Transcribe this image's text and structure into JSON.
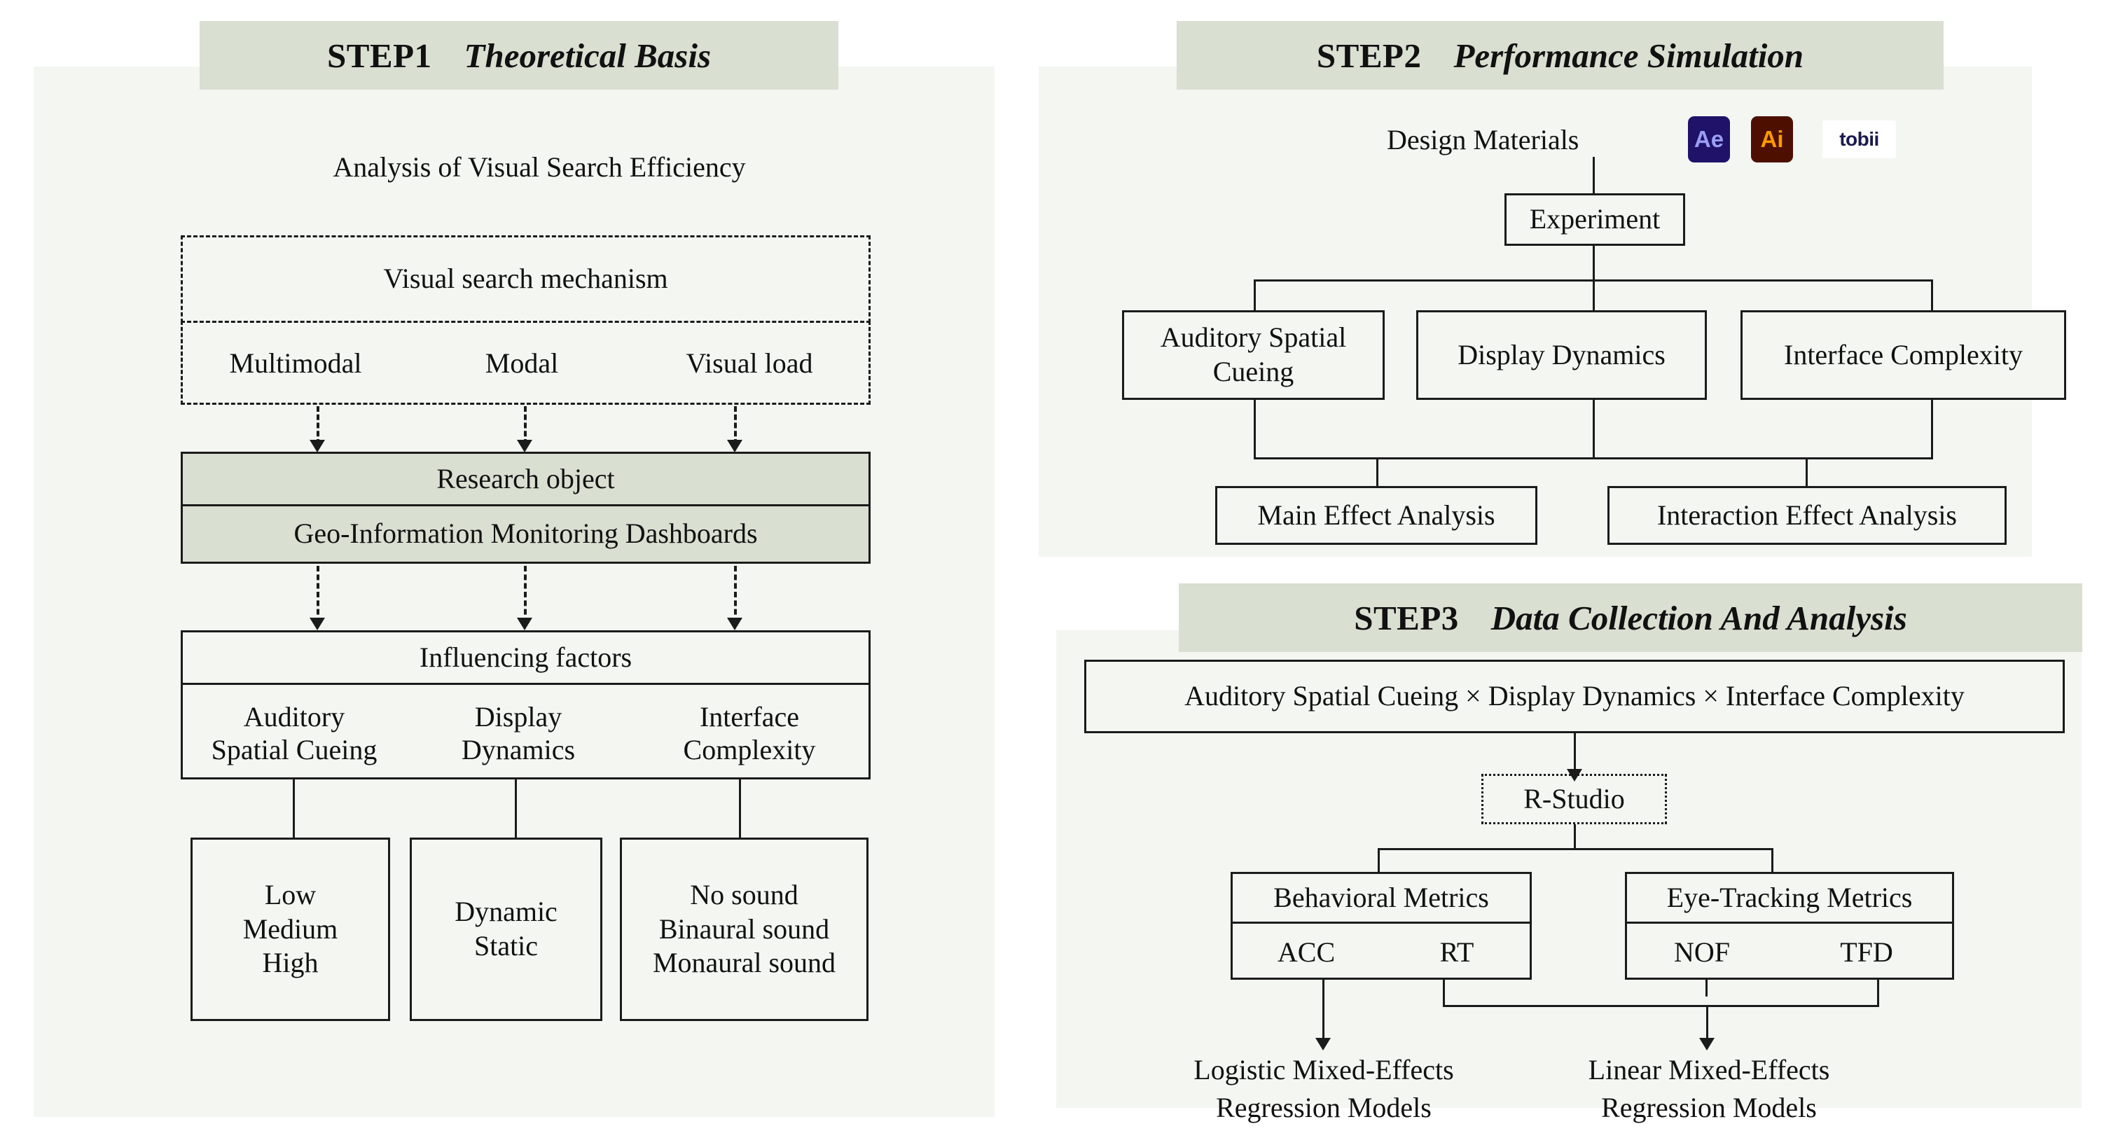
{
  "colors": {
    "panel_bg": "#f4f6f2",
    "header_bg": "#d9dfd1",
    "box_fill_green": "#d9dfd1",
    "stroke": "#1b1b1b",
    "ae_bg": "#1f1268",
    "ae_fg": "#9a9ef5",
    "ai_bg": "#4d1000",
    "ai_fg": "#ff9a00",
    "tobii_bg": "#ffffff",
    "tobii_fg": "#1b1a4e"
  },
  "step1": {
    "header": {
      "number": "STEP1",
      "title": "Theoretical Basis"
    },
    "subtitle": "Analysis of Visual Search Efficiency",
    "mechanism_box": {
      "title": "Visual search mechanism",
      "items": [
        "Multimodal",
        "Modal",
        "Visual load"
      ]
    },
    "research_box": {
      "title": "Research object",
      "subtitle": "Geo-Information Monitoring Dashboards"
    },
    "factors_box": {
      "title": "Influencing factors",
      "items": [
        {
          "line1": "Auditory",
          "line2": "Spatial Cueing"
        },
        {
          "line1": "Display",
          "line2": "Dynamics"
        },
        {
          "line1": "Interface",
          "line2": "Complexity"
        }
      ]
    },
    "levels": [
      {
        "lines": [
          "Low",
          "Medium",
          "High"
        ]
      },
      {
        "lines": [
          "Dynamic",
          "Static"
        ]
      },
      {
        "lines": [
          "No sound",
          "Binaural sound",
          "Monaural sound"
        ]
      }
    ]
  },
  "step2": {
    "header": {
      "number": "STEP2",
      "title": "Performance Simulation"
    },
    "design_materials_label": "Design Materials",
    "tool_logos": [
      {
        "name": "after-effects-logo",
        "text": "Ae"
      },
      {
        "name": "illustrator-logo",
        "text": "Ai"
      },
      {
        "name": "tobii-logo",
        "text": "tobii"
      }
    ],
    "experiment_box": "Experiment",
    "factor_boxes": [
      {
        "line1": "Auditory Spatial",
        "line2": "Cueing"
      },
      {
        "line1": "Display Dynamics",
        "line2": ""
      },
      {
        "line1": "Interface Complexity",
        "line2": ""
      }
    ],
    "analysis_boxes": [
      "Main Effect Analysis",
      "Interaction Effect Analysis"
    ]
  },
  "step3": {
    "header": {
      "number": "STEP3",
      "title": "Data Collection And Analysis"
    },
    "design_box": "Auditory Spatial Cueing × Display Dynamics × Interface Complexity",
    "software_box": "R-Studio",
    "metric_groups": [
      {
        "title": "Behavioral Metrics",
        "metrics": [
          "ACC",
          "RT"
        ],
        "model": {
          "line1": "Logistic Mixed-Effects",
          "line2": "Regression Models"
        }
      },
      {
        "title": "Eye-Tracking Metrics",
        "metrics": [
          "NOF",
          "TFD"
        ],
        "model": {
          "line1": "Linear Mixed-Effects",
          "line2": "Regression Models"
        }
      }
    ]
  }
}
